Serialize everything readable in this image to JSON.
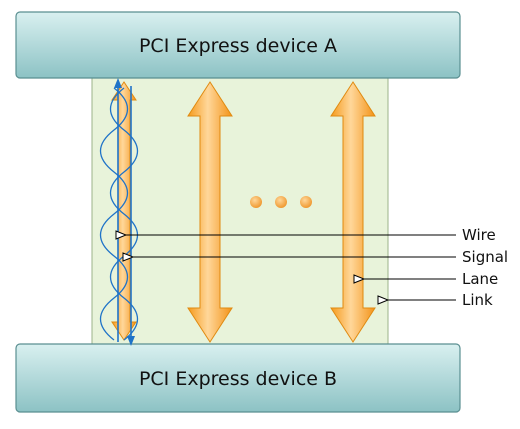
{
  "devices": {
    "top": {
      "label": "PCI Express device A"
    },
    "bottom": {
      "label": "PCI Express device B"
    }
  },
  "callouts": [
    {
      "label": "Wire"
    },
    {
      "label": "Signal"
    },
    {
      "label": "Lane"
    },
    {
      "label": "Link"
    }
  ],
  "colors": {
    "device_fill_top": "#d4ecec",
    "device_fill_bottom": "#8fc4c6",
    "device_stroke": "#5a8f91",
    "link_fill": "#e8f3da",
    "link_stroke": "#9bb389",
    "lane_orange_light": "#ffd089",
    "lane_orange_dark": "#f39a1e",
    "wire_blue": "#1f73c8",
    "ellipsis_dot": "#f0a03a"
  },
  "icons": [
    "lane-arrow",
    "signal-arrow",
    "wire-twist",
    "ellipsis-dots",
    "callout-arrow"
  ]
}
